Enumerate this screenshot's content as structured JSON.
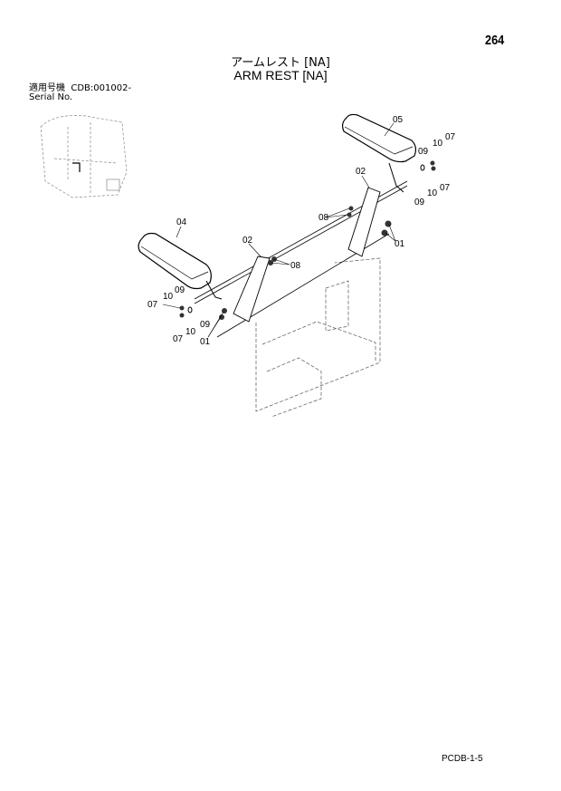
{
  "page_number": "264",
  "title_jp": "アームレスト [NA]",
  "title_en": "ARM REST [NA]",
  "applicability": {
    "label_jp": "適用号機",
    "range": "CDB:001002-",
    "label_en": "Serial No."
  },
  "callouts": [
    "05",
    "09",
    "10",
    "07",
    "09",
    "10",
    "07",
    "02",
    "08",
    "01",
    "04",
    "02",
    "08",
    "09",
    "10",
    "07",
    "09",
    "10",
    "07",
    "01"
  ],
  "footer_code": "PCDB-1-5"
}
